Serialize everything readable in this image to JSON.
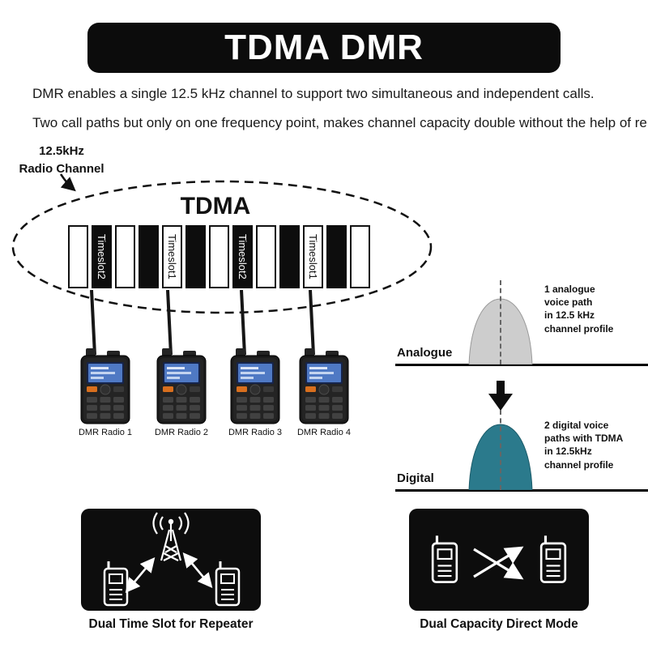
{
  "title": "TDMA DMR",
  "intro": {
    "line1": "DMR enables a single 12.5 kHz channel to support two simultaneous and independent calls.",
    "line2": "Two call paths but only on one frequency point, makes channel capacity double without the help of repea"
  },
  "channel": {
    "label": "12.5kHz\nRadio Channel",
    "tdma_label": "TDMA",
    "timeslots": [
      {
        "fill": "white",
        "label": ""
      },
      {
        "fill": "black",
        "label": "Timeslot2"
      },
      {
        "fill": "white",
        "label": ""
      },
      {
        "fill": "black",
        "label": ""
      },
      {
        "fill": "white",
        "label": "Timeslot1"
      },
      {
        "fill": "black",
        "label": ""
      },
      {
        "fill": "white",
        "label": ""
      },
      {
        "fill": "black",
        "label": "Timeslot2"
      },
      {
        "fill": "white",
        "label": ""
      },
      {
        "fill": "black",
        "label": ""
      },
      {
        "fill": "white",
        "label": "Timeslot1"
      },
      {
        "fill": "black",
        "label": ""
      },
      {
        "fill": "white",
        "label": ""
      }
    ]
  },
  "radios": [
    {
      "label": "DMR Radio 1"
    },
    {
      "label": "DMR Radio 2"
    },
    {
      "label": "DMR Radio 3"
    },
    {
      "label": "DMR Radio 4"
    }
  ],
  "analogue": {
    "label": "Analogue",
    "description": "1 analogue\nvoice path\nin 12.5 kHz\nchannel profile",
    "dome_color": "#cdcdcd"
  },
  "digital": {
    "label": "Digital",
    "description": "2 digital voice\npaths with TDMA\nin 12.5kHz\nchannel profile",
    "dome_color": "#2b7a8c"
  },
  "modes": {
    "repeater_caption": "Dual Time Slot for Repeater",
    "direct_caption": "Dual Capacity Direct Mode"
  }
}
